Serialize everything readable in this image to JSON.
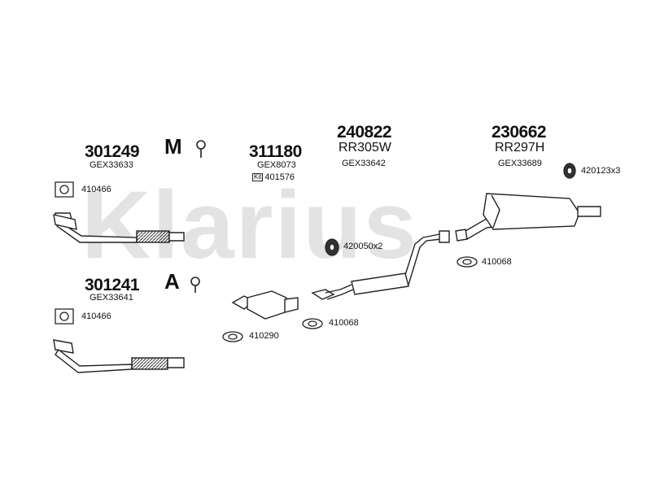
{
  "watermark": "Klarius",
  "parts": [
    {
      "id": "p301249",
      "number": "301249",
      "ref": "GEX33633",
      "extra": ""
    },
    {
      "id": "p311180",
      "number": "311180",
      "ref": "GEX8073",
      "extra": "401576"
    },
    {
      "id": "p240822",
      "number": "240822",
      "code": "RR305W",
      "ref": "GEX33642"
    },
    {
      "id": "p230662",
      "number": "230662",
      "code": "RR297H",
      "ref": "GEX33689"
    },
    {
      "id": "p301241",
      "number": "301241",
      "ref": "GEX33641"
    }
  ],
  "fittings": {
    "f410466_top": "410466",
    "f410466_bottom": "410466",
    "f420050": "420050x2",
    "f410068_mid": "410068",
    "f410068_right": "410068",
    "f410290": "410290",
    "f420123": "420123x3"
  },
  "icons": {
    "manual": "M",
    "automatic": "A",
    "kit": "Kit"
  }
}
